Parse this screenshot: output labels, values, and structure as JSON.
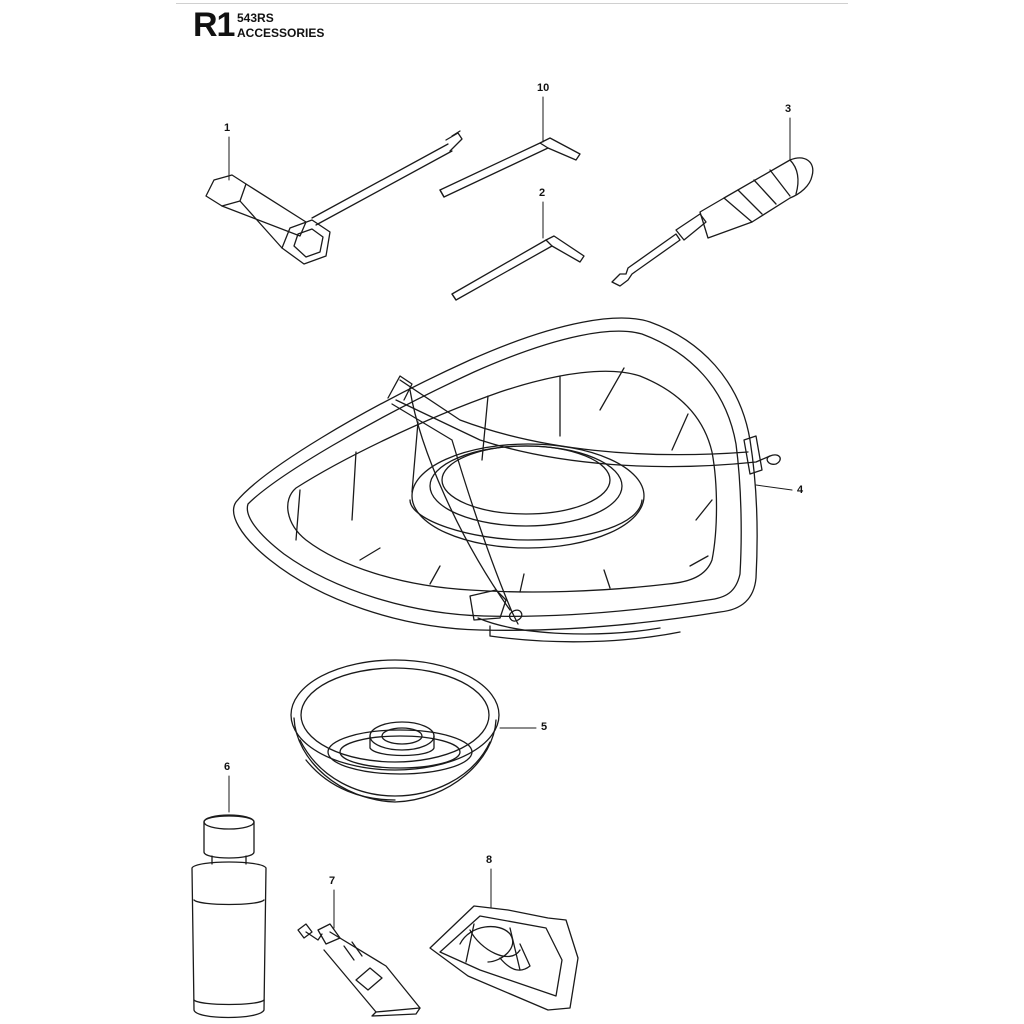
{
  "header": {
    "page_code": "R1",
    "model": "543RS",
    "section": "ACCESSORIES"
  },
  "callouts": [
    "1",
    "10",
    "3",
    "2",
    "4",
    "5",
    "6",
    "7",
    "8"
  ],
  "colors": {
    "line": "#1a1a1a",
    "background": "#ffffff"
  }
}
